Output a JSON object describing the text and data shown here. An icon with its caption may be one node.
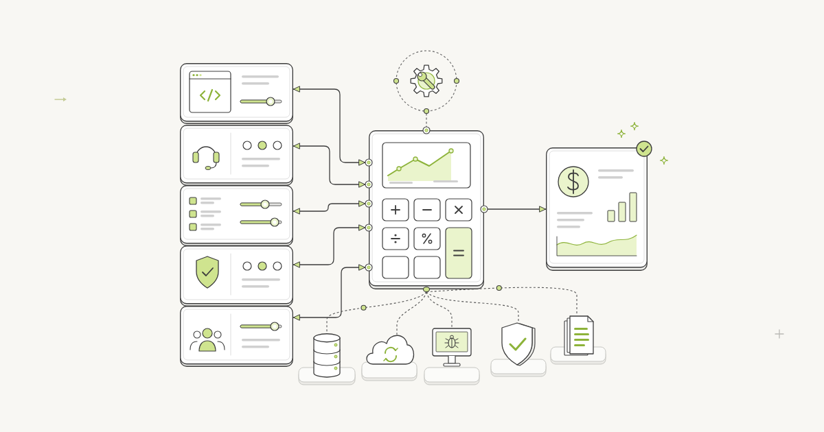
{
  "diagram": {
    "nodes": [
      {
        "text": [],
        "shape": "box"
      },
      {
        "text": [],
        "shape": "box"
      },
      {
        "text": [],
        "shape": "box"
      },
      {
        "text": [],
        "shape": "box"
      },
      {
        "text": [],
        "shape": "box"
      },
      {
        "text": [],
        "shape": "circle"
      },
      {
        "text": [],
        "shape": "box"
      },
      {
        "text": [],
        "shape": "box"
      },
      {
        "text": [],
        "shape": "cylinder"
      },
      {
        "text": [],
        "shape": "cloud"
      },
      {
        "text": [],
        "shape": "picture"
      },
      {
        "text": [],
        "shape": "picture"
      },
      {
        "text": [],
        "shape": "picture"
      }
    ],
    "edges": [
      {
        "from": 6,
        "to": 0,
        "arrow": "both"
      },
      {
        "from": 6,
        "to": 1,
        "arrow": "both"
      },
      {
        "from": 6,
        "to": 2,
        "arrow": "both"
      },
      {
        "from": 6,
        "to": 3,
        "arrow": "both"
      },
      {
        "from": 6,
        "to": 4,
        "arrow": "both"
      },
      {
        "from": 5,
        "to": 6,
        "arrow": "none",
        "style": "dashed"
      },
      {
        "from": 6,
        "to": 7,
        "arrow": "to"
      },
      {
        "from": 6,
        "to": 8,
        "arrow": "none",
        "style": "dashed"
      },
      {
        "from": 6,
        "to": 9,
        "arrow": "none",
        "style": "dashed"
      },
      {
        "from": 6,
        "to": 10,
        "arrow": "none",
        "style": "dashed"
      },
      {
        "from": 6,
        "to": 11,
        "arrow": "none",
        "style": "dashed"
      },
      {
        "from": 6,
        "to": 12,
        "arrow": "none",
        "style": "dashed"
      }
    ]
  }
}
